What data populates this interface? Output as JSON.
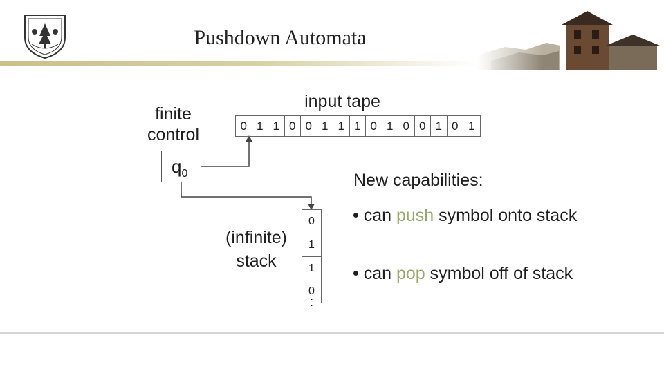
{
  "title": "Pushdown Automata",
  "finite_control": {
    "line1": "finite",
    "line2": "control",
    "state": "q",
    "state_sub": "0"
  },
  "input_tape": {
    "label": "input tape",
    "symbols": [
      "0",
      "1",
      "1",
      "0",
      "0",
      "1",
      "1",
      "1",
      "0",
      "1",
      "0",
      "0",
      "1",
      "0",
      "1"
    ]
  },
  "stack": {
    "line1": "(infinite)",
    "line2": "stack",
    "symbols": [
      "0",
      "1",
      "1",
      "0"
    ],
    "continuation": ":"
  },
  "capabilities": {
    "heading": "New capabilities:",
    "push": {
      "pre": "• can ",
      "key": "push",
      "post": " symbol onto stack"
    },
    "pop": {
      "pre": "• can ",
      "key": "pop",
      "post": " symbol off of stack"
    }
  },
  "colors": {
    "highlight": "#9aa76a",
    "title_rule": "#c9c08a"
  },
  "icons": {
    "logo": "university-seal-icon",
    "header_image": "historic-building-photo"
  }
}
